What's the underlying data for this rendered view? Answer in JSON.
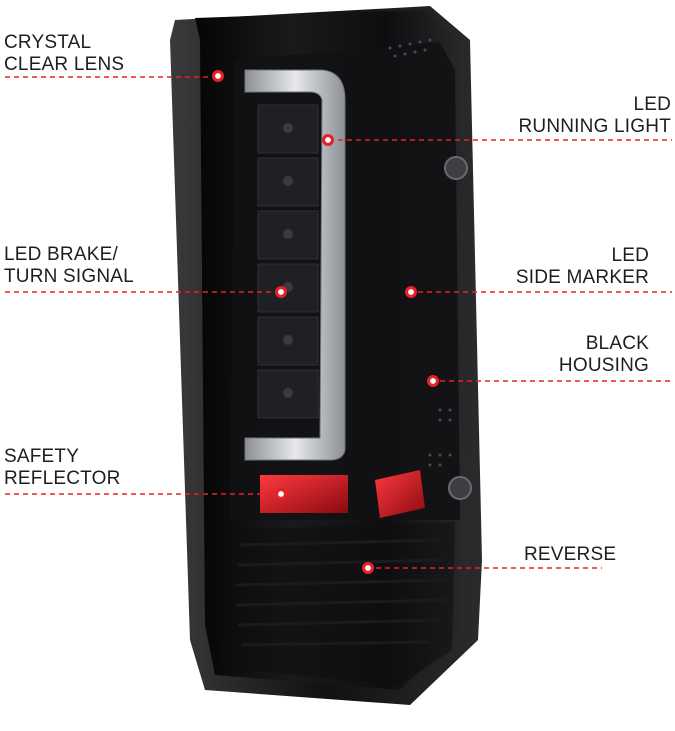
{
  "colors": {
    "accent": "#e8202a",
    "housing": "#0b0b0c",
    "light_bar": "#cfd2d6",
    "reflector": "#d3141c"
  },
  "callouts": {
    "crystal_lens": {
      "lines": [
        "CRYSTAL",
        "CLEAR LENS"
      ]
    },
    "running_light": {
      "lines": [
        "LED",
        "RUNNING LIGHT"
      ]
    },
    "brake_turn": {
      "lines": [
        "LED BRAKE/",
        "TURN SIGNAL"
      ]
    },
    "side_marker": {
      "lines": [
        "LED",
        "SIDE MARKER"
      ]
    },
    "black_housing": {
      "lines": [
        "BLACK",
        "HOUSING"
      ]
    },
    "safety_reflector": {
      "lines": [
        "SAFETY",
        "REFLECTOR"
      ]
    },
    "reverse": {
      "lines": [
        "REVERSE"
      ]
    }
  }
}
